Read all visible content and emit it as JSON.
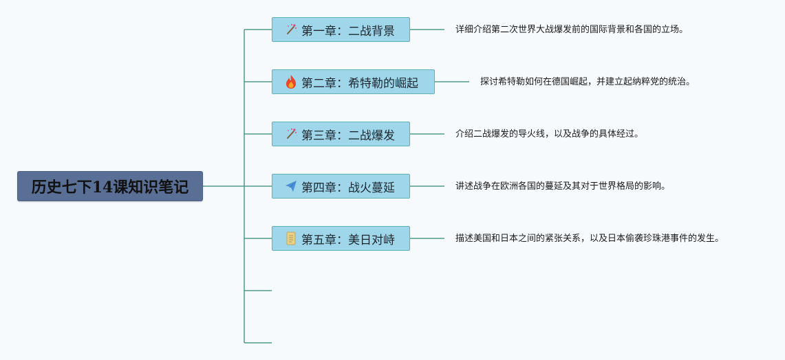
{
  "root": {
    "title": "历史七下14课知识笔记"
  },
  "colors": {
    "root_fill": "#5a6f96",
    "topic_fill": "#9fd6ea",
    "topic_border": "#5bb1c0",
    "connector": "#4e9a8a"
  },
  "topics": [
    {
      "label": "第一章：二战背景",
      "icon": "magic-wand-icon",
      "description": "详细介绍第二次世界大战爆发前的国际背景和各国的立场。"
    },
    {
      "label": "第二章：希特勒的崛起",
      "icon": "fire-icon",
      "description": "探讨希特勒如何在德国崛起，并建立起纳粹党的统治。"
    },
    {
      "label": "第三章：二战爆发",
      "icon": "magic-wand-icon",
      "description": "介绍二战爆发的导火线，以及战争的具体经过。"
    },
    {
      "label": "第四章：战火蔓延",
      "icon": "paper-plane-icon",
      "description": "讲述战争在欧洲各国的蔓延及其对于世界格局的影响。"
    },
    {
      "label": "第五章：美日对峙",
      "icon": "scroll-icon",
      "description": "描述美国和日本之间的紧张关系，以及日本偷袭珍珠港事件的发生。"
    }
  ]
}
